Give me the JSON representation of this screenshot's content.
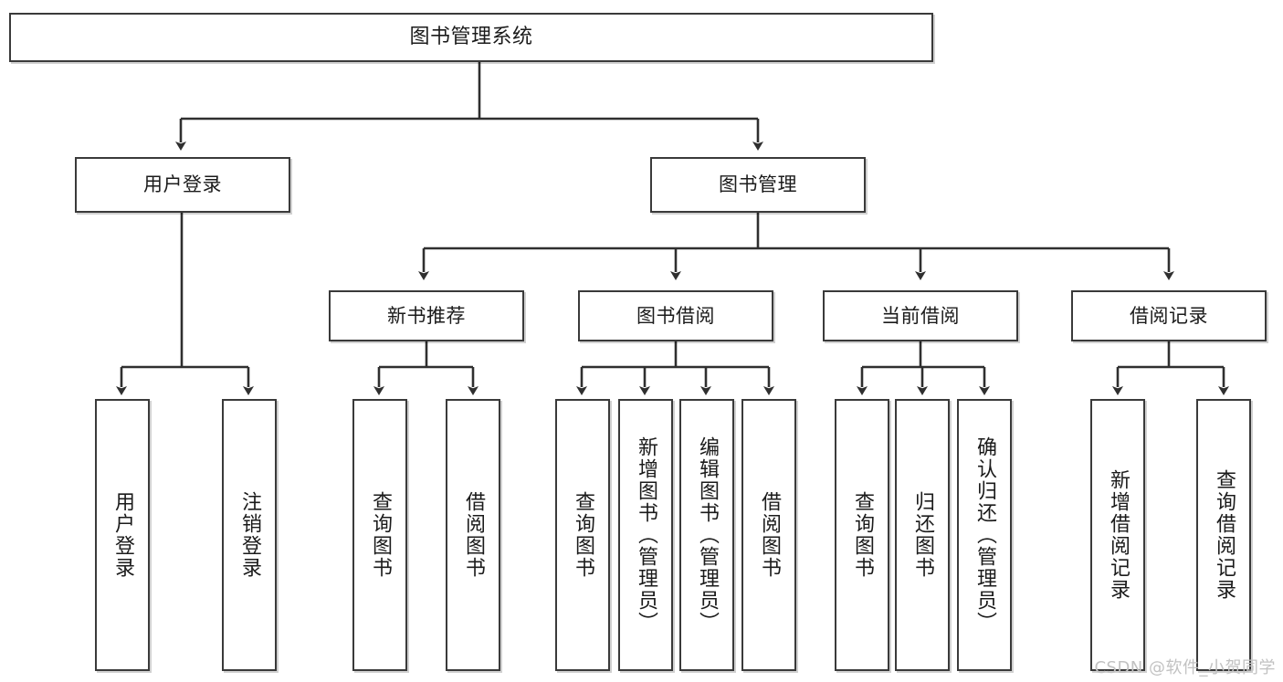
{
  "diagram": {
    "title_node": {
      "label": "图书管理系统"
    },
    "level2": [
      {
        "id": "user-login",
        "label": "用户登录"
      },
      {
        "id": "book-management",
        "label": "图书管理"
      }
    ],
    "level3": [
      {
        "id": "new-book-recommend",
        "label": "新书推荐"
      },
      {
        "id": "book-borrow",
        "label": "图书借阅"
      },
      {
        "id": "current-borrow",
        "label": "当前借阅"
      },
      {
        "id": "borrow-record",
        "label": "借阅记录"
      }
    ],
    "leaves": [
      {
        "id": "leaf-user-login",
        "label": "用户登录",
        "parent": "user-login"
      },
      {
        "id": "leaf-logout-login",
        "label": "注销登录",
        "parent": "user-login"
      },
      {
        "id": "leaf-query-book-1",
        "label": "查询图书",
        "parent": "new-book-recommend"
      },
      {
        "id": "leaf-borrow-book-1",
        "label": "借阅图书",
        "parent": "new-book-recommend"
      },
      {
        "id": "leaf-query-book-2",
        "label": "查询图书",
        "parent": "book-borrow"
      },
      {
        "id": "leaf-add-book",
        "label": "新增图书（管理员）",
        "parent": "book-borrow"
      },
      {
        "id": "leaf-edit-book",
        "label": "编辑图书（管理员）",
        "parent": "book-borrow"
      },
      {
        "id": "leaf-borrow-book-2",
        "label": "借阅图书",
        "parent": "book-borrow"
      },
      {
        "id": "leaf-query-book-3",
        "label": "查询图书",
        "parent": "current-borrow"
      },
      {
        "id": "leaf-return-book",
        "label": "归还图书",
        "parent": "current-borrow"
      },
      {
        "id": "leaf-confirm-return",
        "label": "确认归还（管理员）",
        "parent": "current-borrow"
      },
      {
        "id": "leaf-add-record",
        "label": "新增借阅记录",
        "parent": "borrow-record"
      },
      {
        "id": "leaf-query-record",
        "label": "查询借阅记录",
        "parent": "borrow-record"
      }
    ],
    "watermark": "CSDN @软件_小贺同学",
    "colors": {
      "stroke": "#3a3a3a",
      "fill": "#ffffff",
      "text": "#1b1b1b",
      "watermark": "#c2c2c2"
    }
  }
}
